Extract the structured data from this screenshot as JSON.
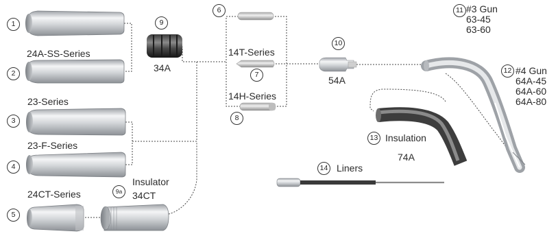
{
  "parts": {
    "n1": "1",
    "n2": "2",
    "n3": "3",
    "n4": "4",
    "n5": "5",
    "n6": "6",
    "n7": "7",
    "n8": "8",
    "n9": "9",
    "n9a": "9a",
    "n10": "10",
    "n11": "11",
    "n12": "12",
    "n13": "13",
    "n14": "14"
  },
  "labels": {
    "nozzle_24a_ss": "24A-SS-Series",
    "nozzle_23": "23-Series",
    "nozzle_23f": "23-F-Series",
    "nozzle_24ct": "24CT-Series",
    "insulator_title": "Insulator",
    "insulator_code": "34CT",
    "diffuser_34a": "34A",
    "tip_14t": "14T-Series",
    "tip_14h": "14H-Series",
    "adapter_54a": "54A",
    "insulation_title": "Insulation",
    "insulation_code": "74A",
    "liners": "Liners"
  },
  "guns": {
    "gun3_title": "#3 Gun",
    "gun3_models": [
      "63-45",
      "63-60"
    ],
    "gun4_title": "#4 Gun",
    "gun4_models": [
      "64A-45",
      "64A-60",
      "64A-80"
    ]
  }
}
